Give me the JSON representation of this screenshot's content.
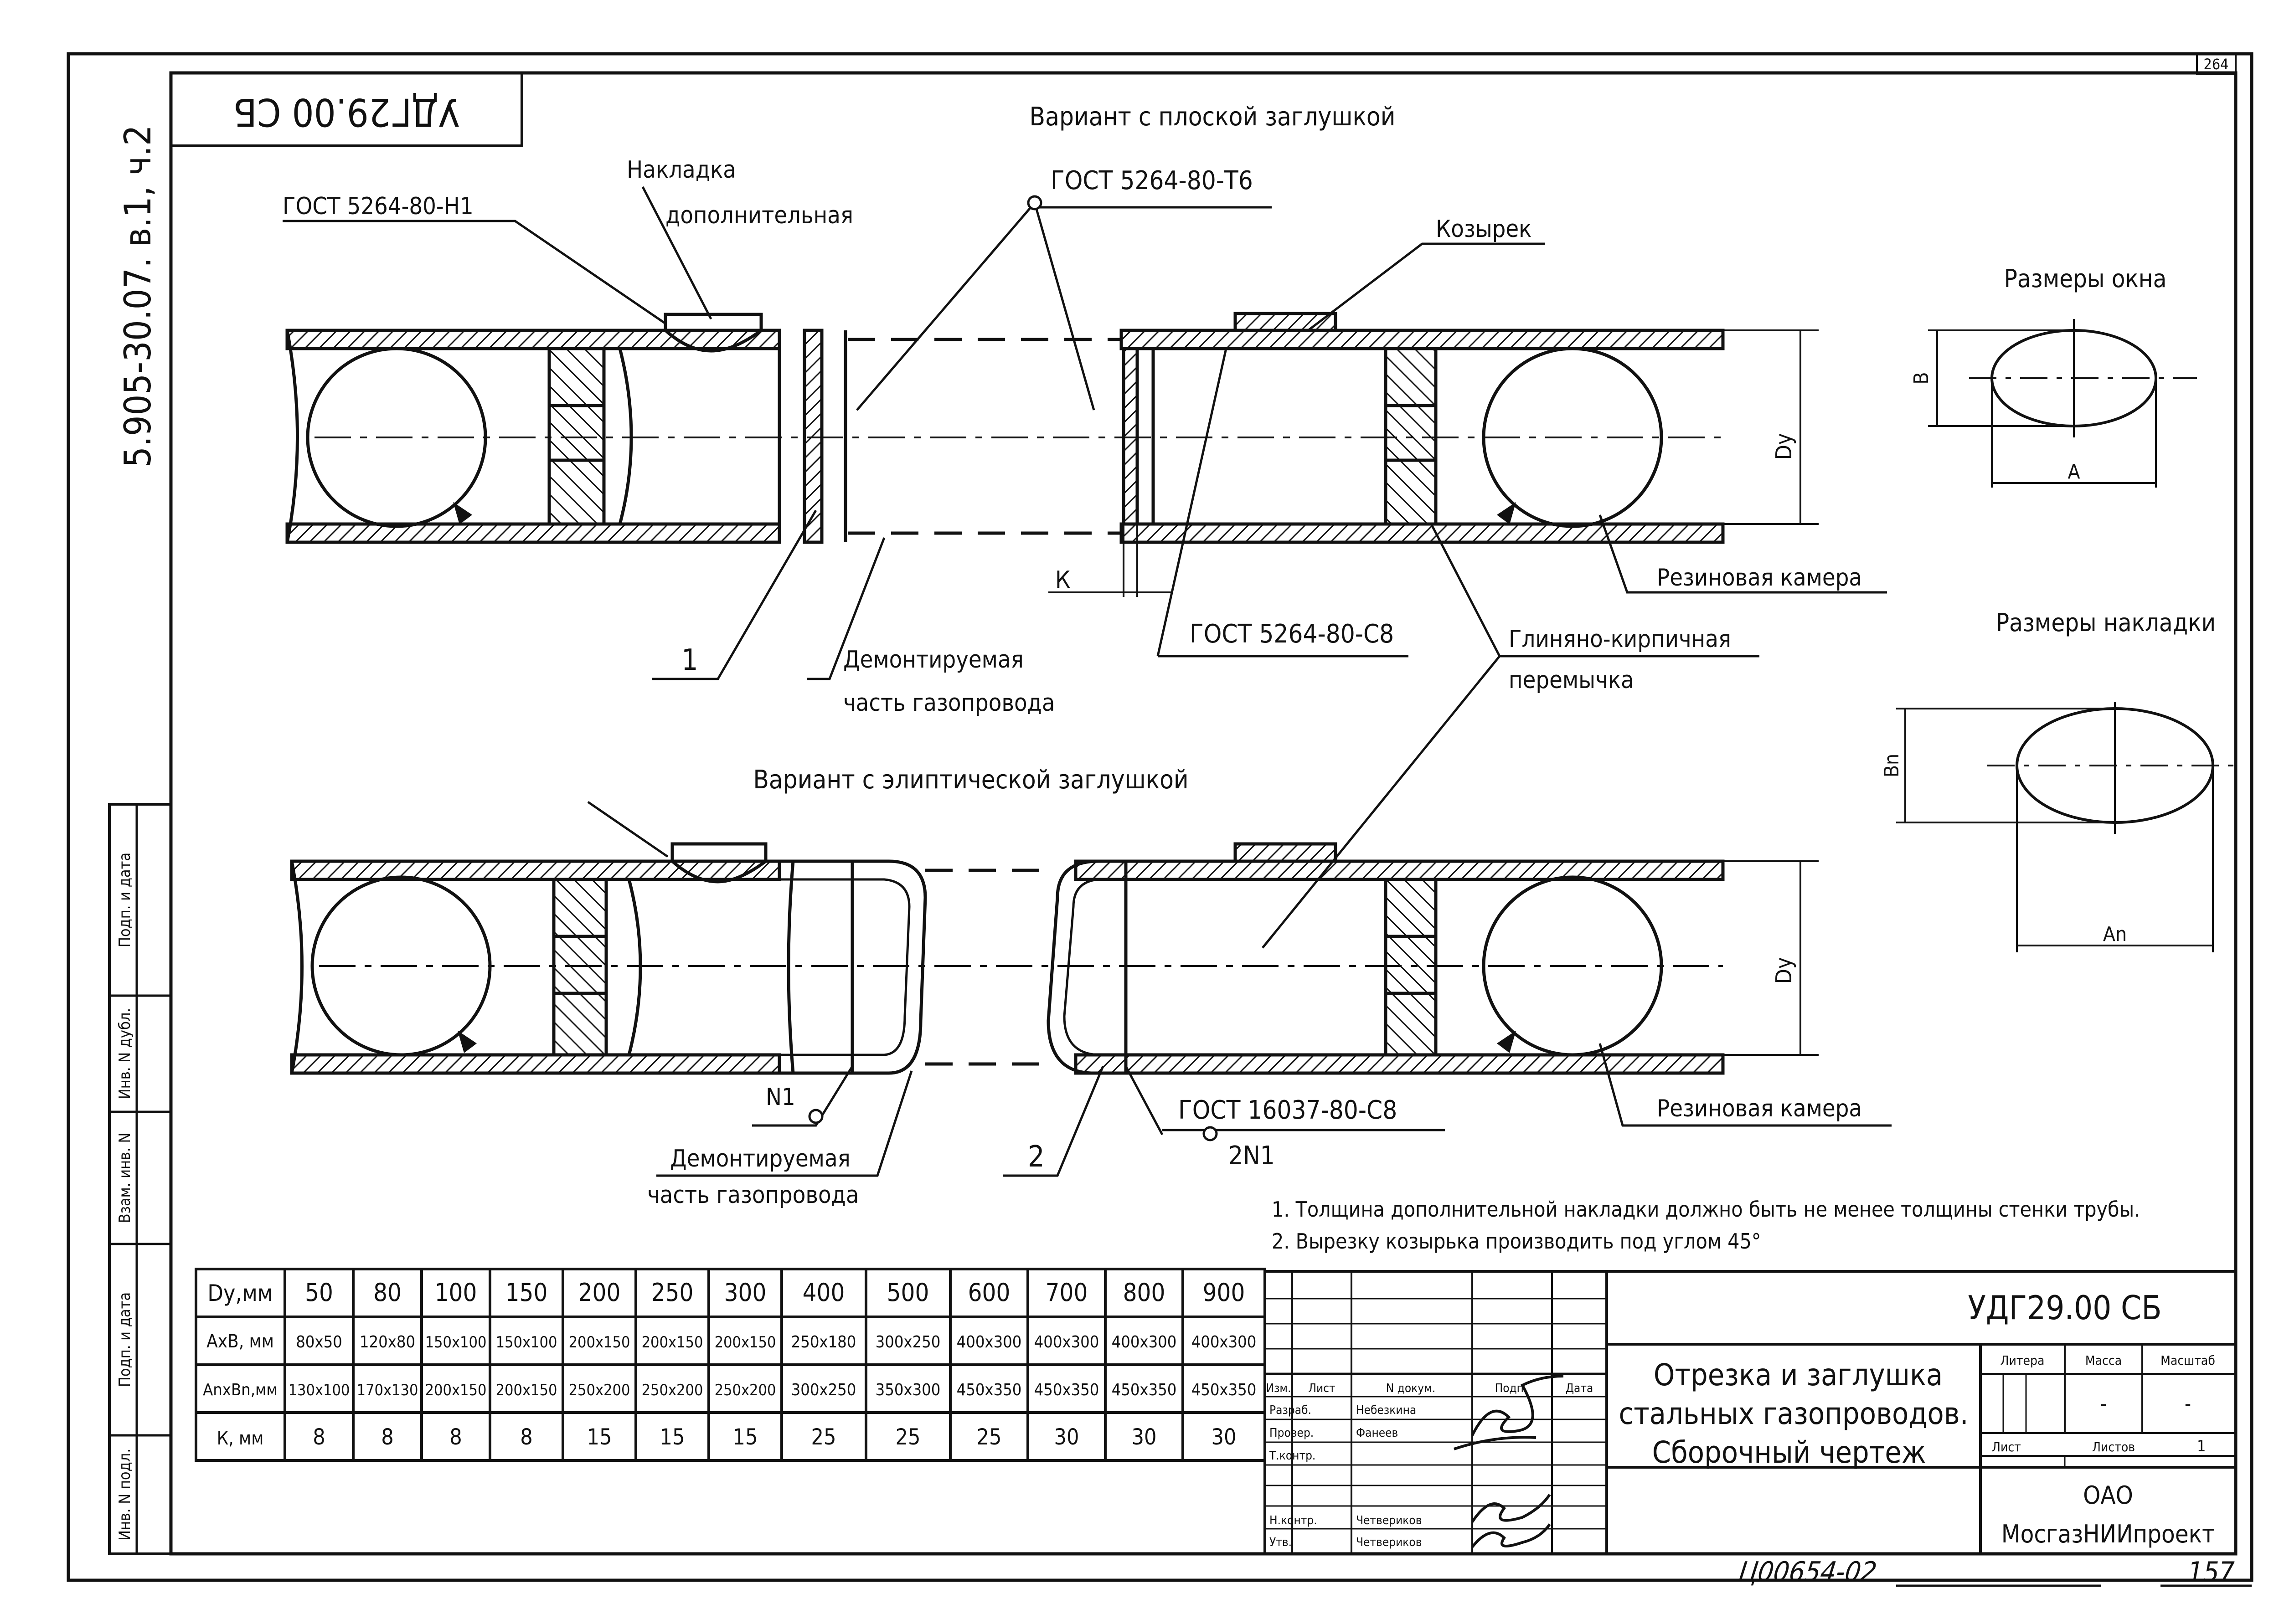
{
  "corner_doc": "УДГ29.00 СБ",
  "series": "5.905-30.07. в.1, ч.2",
  "sheet_corner": "264",
  "title_top": "Вариант с плоской заглушкой",
  "title_bottom": "Вариант с элиптической заглушкой",
  "labels": {
    "gost_h1": "ГОСТ 5264-80-Н1",
    "nakl1": "Накладка",
    "nakl2": "дополнительная",
    "gost_t6": "ГОСТ 5264-80-Т6",
    "kozyrek": "Козырек",
    "razm_okno": "Размеры окна",
    "b": "В",
    "a": "А",
    "dy_top": "Dy",
    "rez_top": "Резиновая камера",
    "k": "К",
    "gost_c8": "ГОСТ 5264-80-С8",
    "glin1": "Глиняно-кирпичная",
    "glin2": "перемычка",
    "one": "1",
    "dem1_top": "Демонтируемая",
    "dem2_top": "часть газопровода",
    "razm_nakl": "Размеры накладки",
    "bn": "Вn",
    "an": "Аn",
    "dy_bot": "Dy",
    "n1": "N1",
    "two": "2",
    "gost_16037": "ГОСТ 16037-80-С8",
    "two_n1": "2N1",
    "rez_bot": "Резиновая камера",
    "dem1_bot": "Демонтируемая",
    "dem2_bot": "часть газопровода"
  },
  "notes": [
    "1. Толщина дополнительной накладки должно быть не менее толщины стенки трубы.",
    "2. Вырезку козырька производить под углом 45°"
  ],
  "table": {
    "rows": [
      [
        "Dy,мм",
        "50",
        "80",
        "100",
        "150",
        "200",
        "250",
        "300",
        "400",
        "500",
        "600",
        "700",
        "800",
        "900"
      ],
      [
        "АхВ, мм",
        "80х50",
        "120х80",
        "150х100",
        "150х100",
        "200х150",
        "200х150",
        "200х150",
        "250х180",
        "300х250",
        "400х300",
        "400х300",
        "400х300",
        "400х300"
      ],
      [
        "АnхВn,мм",
        "130х100",
        "170х130",
        "200х150",
        "200х150",
        "250х200",
        "250х200",
        "250х200",
        "300х250",
        "350х300",
        "450х350",
        "450х350",
        "450х350",
        "450х350"
      ],
      [
        "К, мм",
        "8",
        "8",
        "8",
        "8",
        "15",
        "15",
        "15",
        "25",
        "25",
        "25",
        "30",
        "30",
        "30"
      ]
    ]
  },
  "side_stamp": [
    "Подп. и дата",
    "Инв. N дубл.",
    "Взам. инв. N",
    "Подп. и дата",
    "Инв. N подл."
  ],
  "stamp": {
    "doc": "УДГ29.00 СБ",
    "title1": "Отрезка и заглушка",
    "title2": "стальных газопроводов.",
    "title3": "Сборочный чертеж",
    "col_hdr": [
      "Изм.",
      "Лист",
      "N докум.",
      "Подп.",
      "Дата"
    ],
    "roles": [
      {
        "role": "Разраб.",
        "name": "Небезкина"
      },
      {
        "role": "Провер.",
        "name": "Фанеев"
      },
      {
        "role": "Т.контр.",
        "name": ""
      },
      {
        "role": "Н.контр.",
        "name": "Четвериков"
      },
      {
        "role": "Утв.",
        "name": "Четвериков"
      }
    ],
    "litera": "Литера",
    "massa": "Масса",
    "masshtab": "Масштаб",
    "massa_val": "-",
    "masshtab_val": "-",
    "list": "Лист",
    "listov": "Листов",
    "listov_val": "1",
    "org1": "ОАО",
    "org2": "МосгазНИИпроект"
  },
  "archive_no": "Ц00654-02",
  "page_no": "157"
}
